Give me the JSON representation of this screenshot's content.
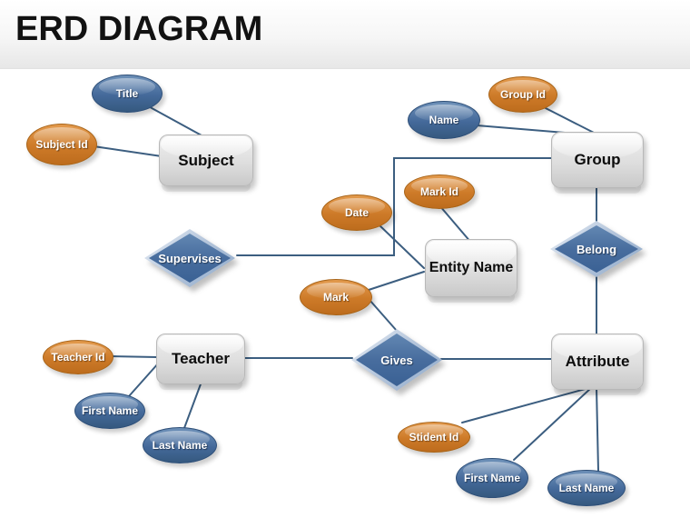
{
  "header": {
    "title": "ERD DIAGRAM"
  },
  "colors": {
    "blue_node": "#44699a",
    "orange_node": "#cd7a28",
    "gray_entity": "#d9d9d9",
    "connector": "#3c5e80",
    "header_bg": "#efefef",
    "title_text": "#121212"
  },
  "diagram": {
    "entities": {
      "subject": "Subject",
      "group": "Group",
      "entity_name": "Entity Name",
      "teacher": "Teacher",
      "attribute": "Attribute"
    },
    "relationships": {
      "supervises": "Supervises",
      "belong": "Belong",
      "gives": "Gives"
    },
    "attributes": {
      "title": "Title",
      "subject_id": "Subject Id",
      "group_id": "Group Id",
      "name": "Name",
      "date": "Date",
      "mark_id": "Mark Id",
      "mark": "Mark",
      "teacher_id": "Teacher Id",
      "first_name_teacher": "First Name",
      "last_name_teacher": "Last Name",
      "stident_id": "Stident Id",
      "first_name_attribute": "First Name",
      "last_name_attribute": "Last Name"
    }
  }
}
